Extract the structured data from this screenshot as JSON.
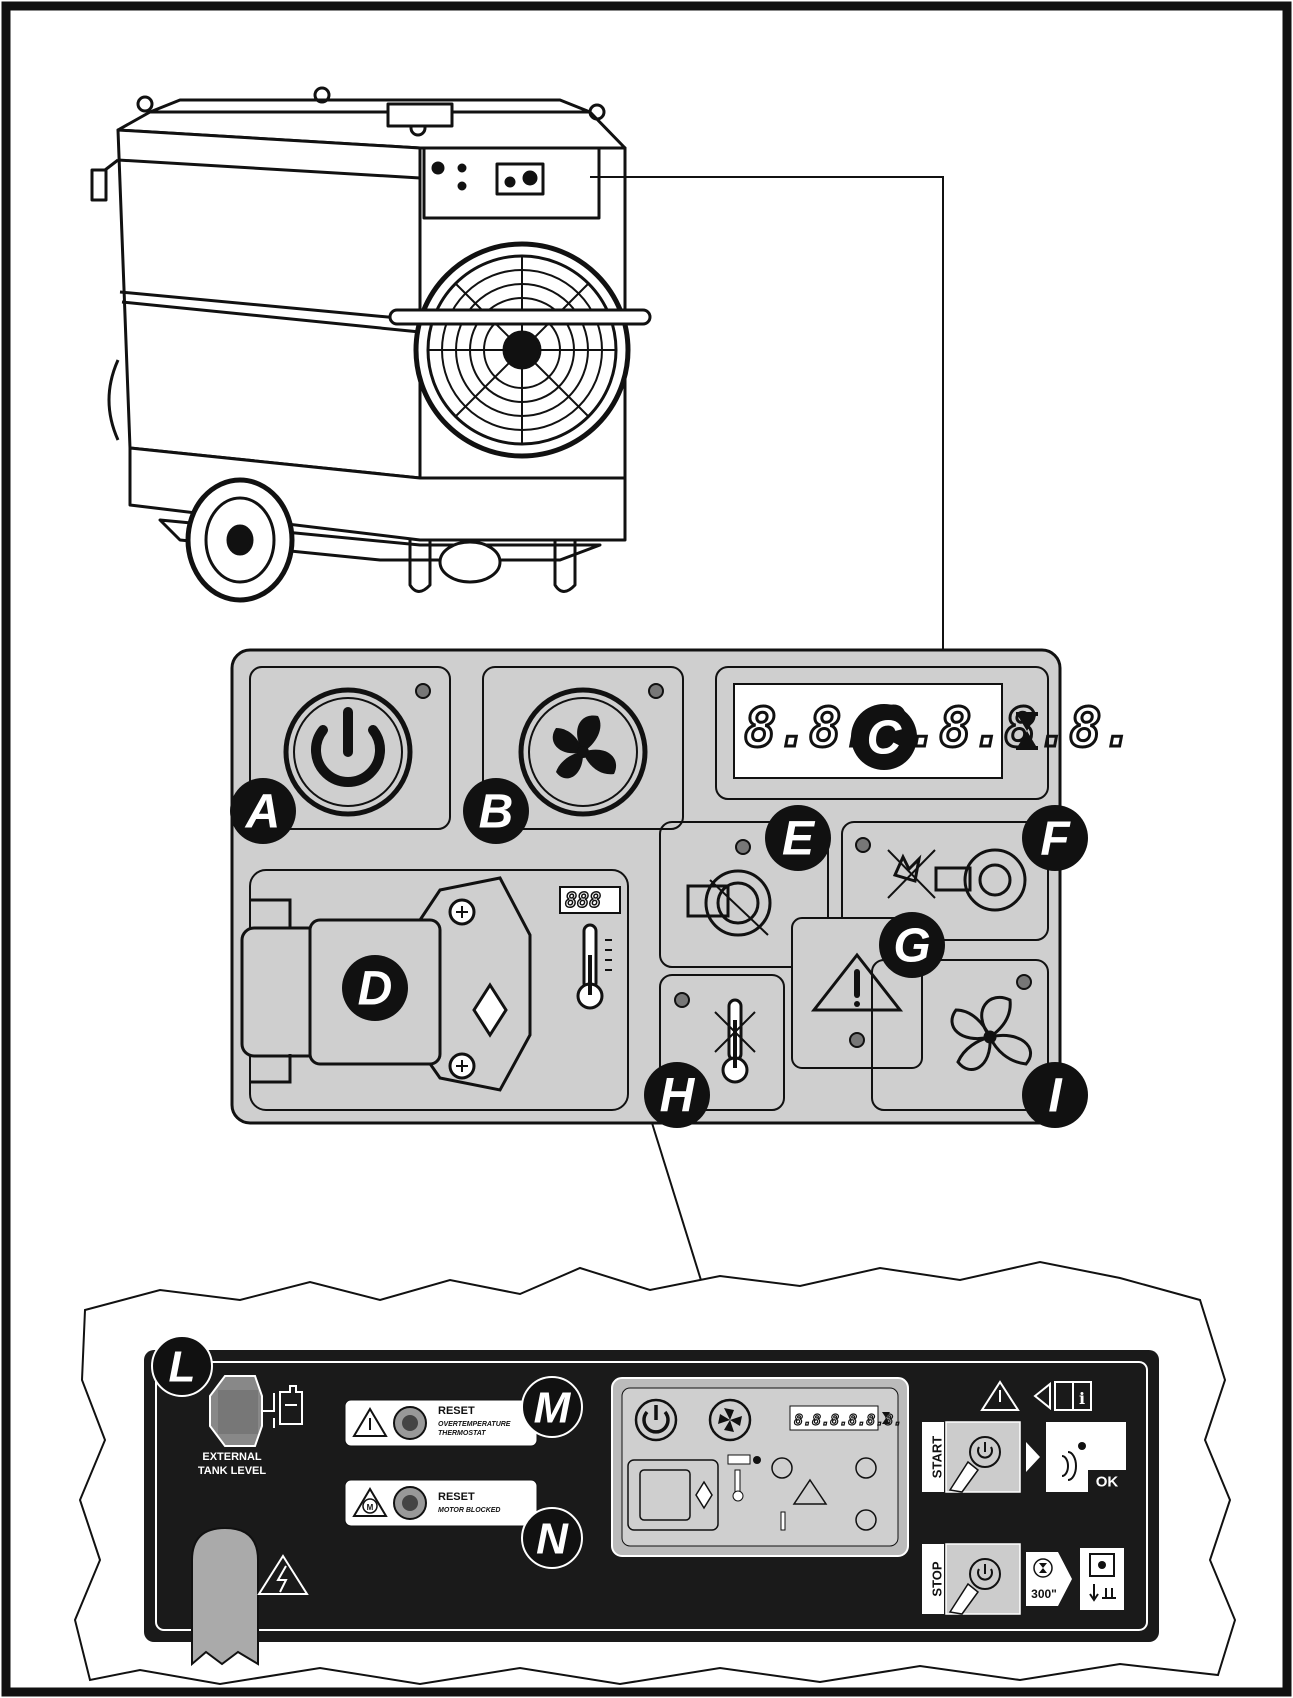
{
  "callouts": {
    "a": "A",
    "b": "B",
    "c": "C",
    "d": "D",
    "e": "E",
    "f": "F",
    "g": "G",
    "h": "H",
    "i": "I",
    "l": "L",
    "m": "M",
    "n": "N"
  },
  "display": {
    "main": "8.8.8.8.8.8.",
    "thermo": "888",
    "mini": "8.8.8.8.8.8."
  },
  "rear_panel": {
    "tank_level_line1": "EXTERNAL",
    "tank_level_line2": "TANK LEVEL",
    "reset": "RESET",
    "overtemp_line1": "OVERTEMPERATURE",
    "overtemp_line2": "THERMOSTAT",
    "motor_blocked": "MOTOR BLOCKED",
    "start": "START",
    "stop": "STOP",
    "ok": "OK",
    "timer": "300\"",
    "motor_icon_letter": "M"
  },
  "colors": {
    "panel_gray": "#cfcfcf",
    "ink": "#111111",
    "rear_panel": "#1a1a1a"
  }
}
